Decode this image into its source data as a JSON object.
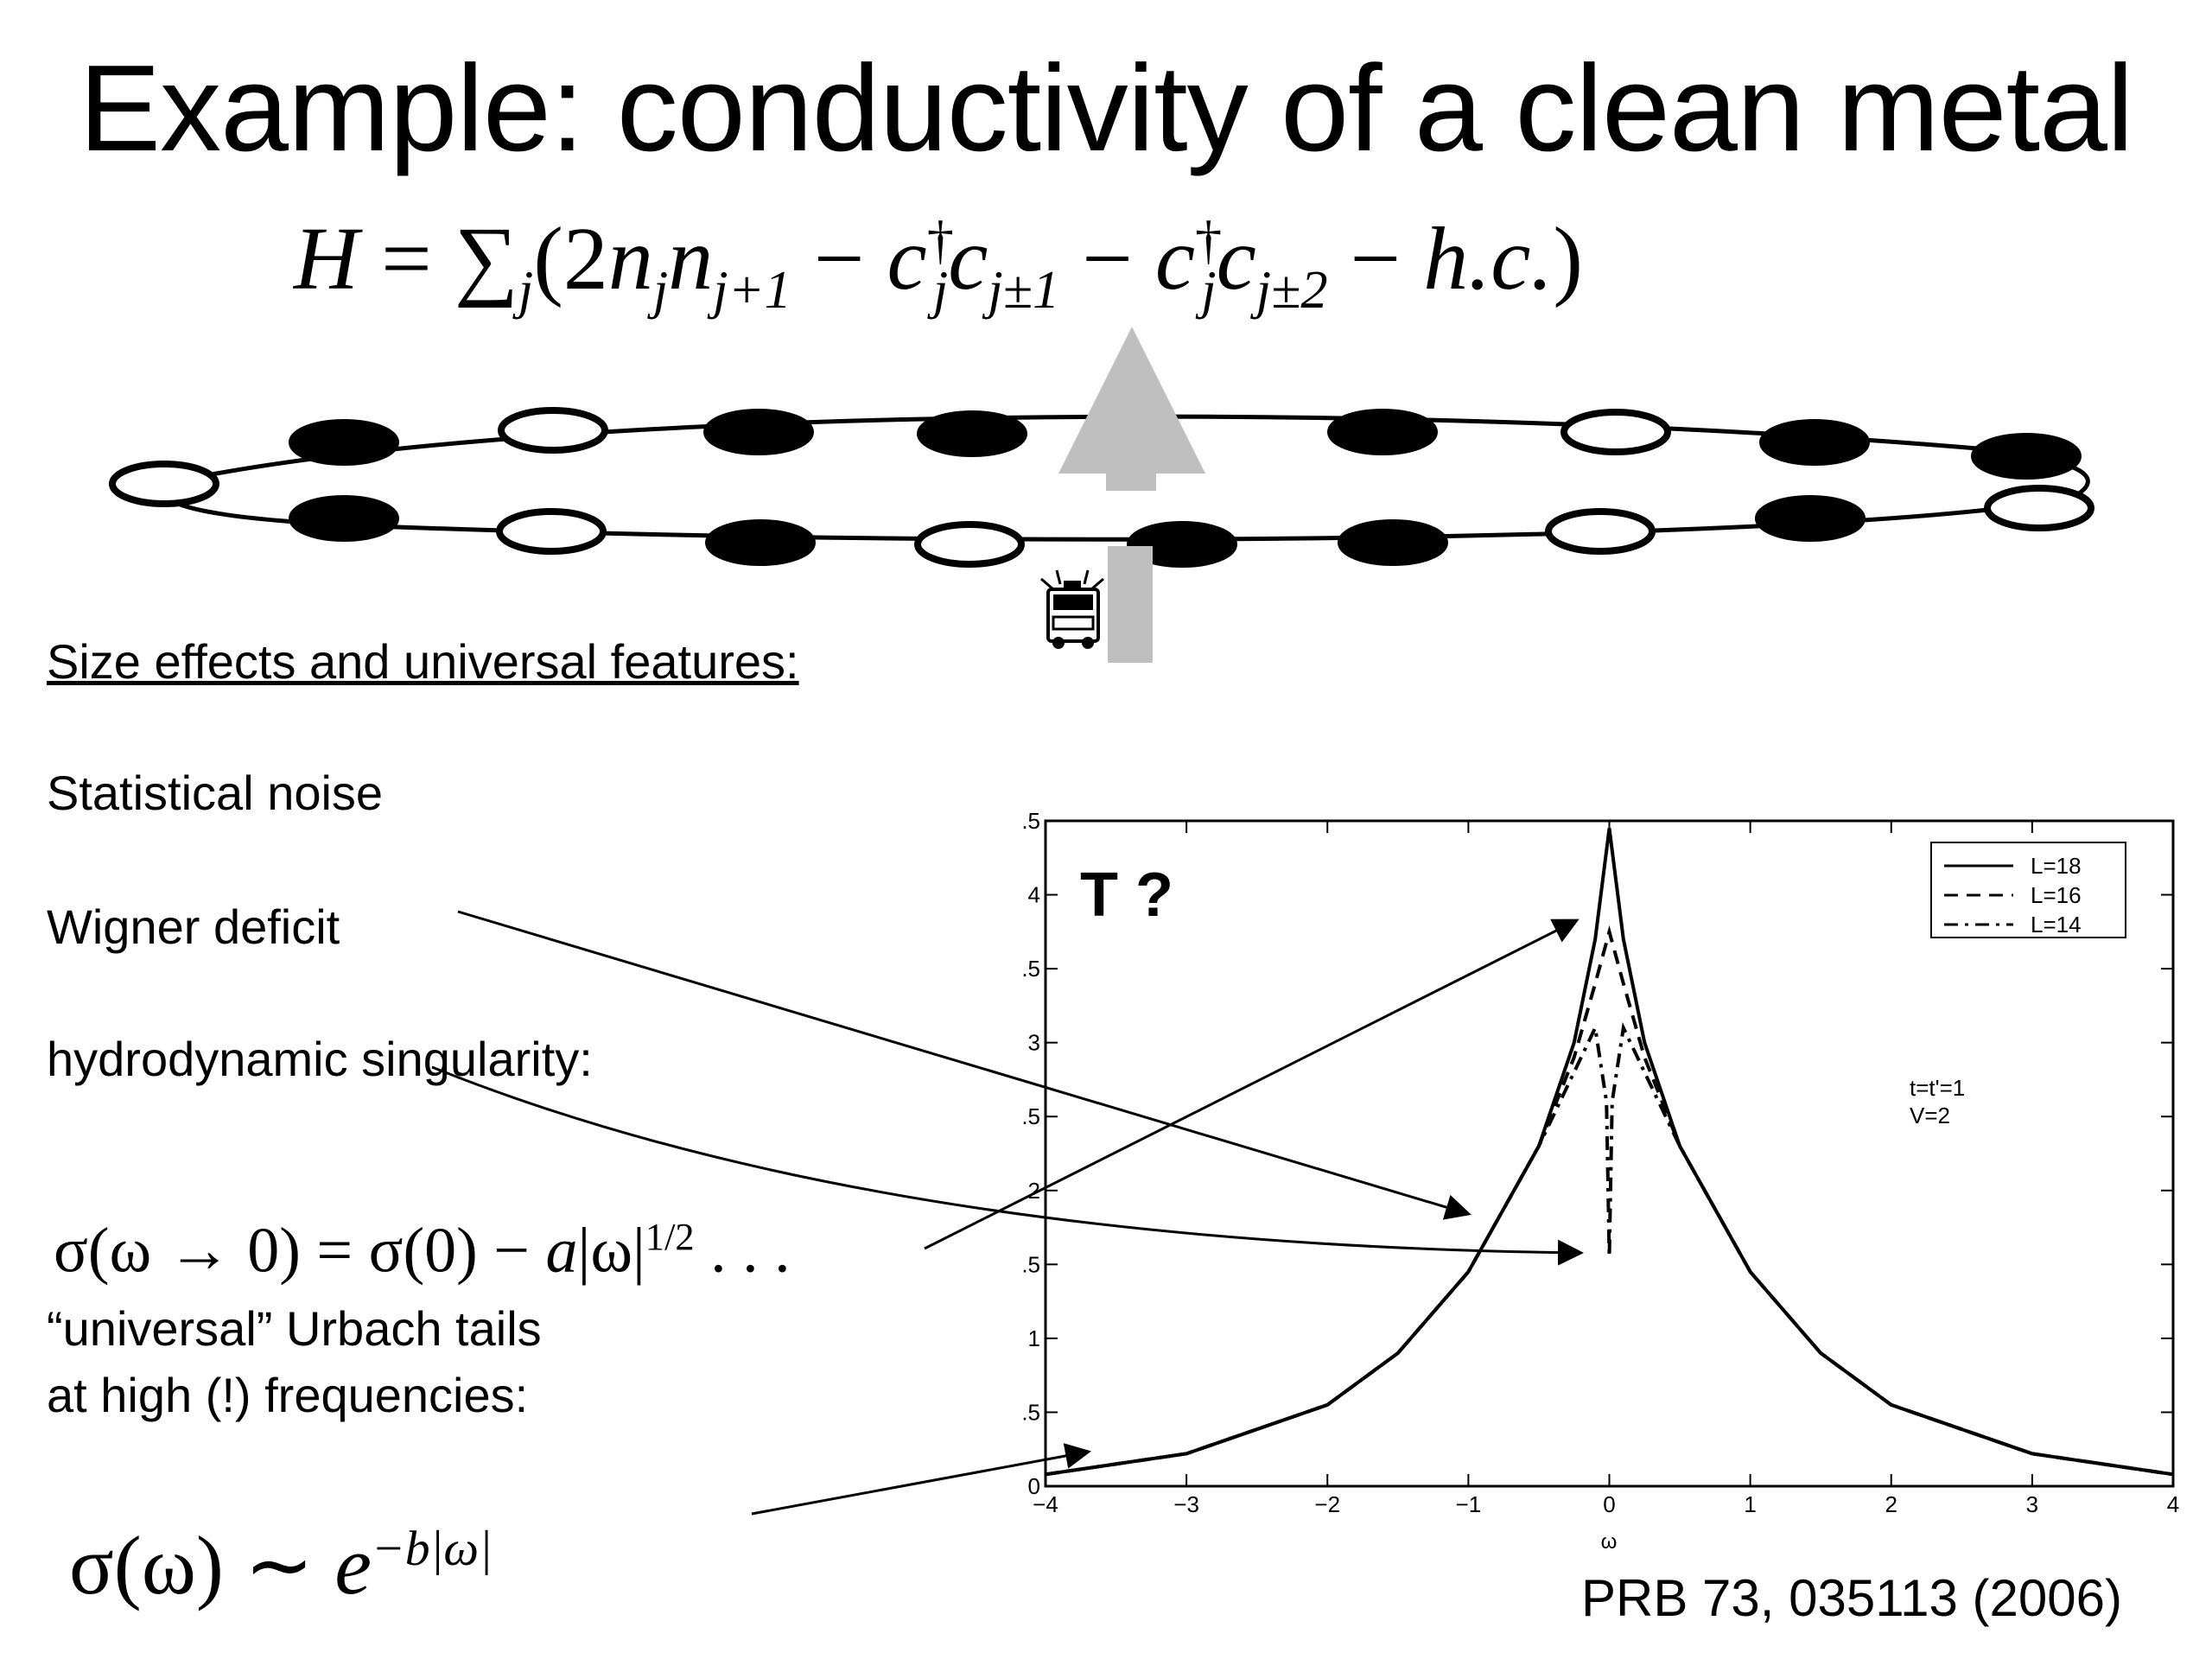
{
  "title": "Example: conductivity of a clean metal",
  "hamiltonian": {
    "lhs": "H",
    "eq": "=",
    "sum": "∑",
    "sum_index": "j",
    "open": "(2",
    "n1": "n",
    "n1_sub": "j",
    "n2": "n",
    "n2_sub": "j+1",
    "minus1": " − ",
    "c1": "c",
    "c1_sup": "†",
    "c1_sub": "j",
    "c2": "c",
    "c2_sub": "j±1",
    "minus2": " − ",
    "c3": "c",
    "c3_sup": "†",
    "c3_sub": "j",
    "c4": "c",
    "c4_sub": "j±2",
    "minus3": " − ",
    "hc": "h.c.",
    "close": ")"
  },
  "headings": {
    "size_effects": "Size effects and universal features:"
  },
  "features": {
    "statistical_noise": "Statistical noise",
    "wigner_deficit": "Wigner deficit",
    "hydro_singularity": "hydrodynamic singularity:",
    "urbach_line_1": "“universal” Urbach tails",
    "urbach_line_2": "at high (!) frequencies:"
  },
  "sigma_formula": {
    "lhs": "σ(ω → 0) = σ(0) − ",
    "a": "a",
    "abs": "|ω|",
    "power": "1/2",
    "dots": " . . ."
  },
  "urbach_formula": {
    "lhs": "σ(ω) ∼ ",
    "e": "e",
    "power": "−b|ω|"
  },
  "citation": "PRB 73, 035113 (2006)",
  "ring": {
    "top_sites": [
      "empty",
      "filled",
      "empty",
      "filled",
      "filled",
      "filled",
      "empty",
      "filled",
      "filled"
    ],
    "bottom_sites": [
      "filled",
      "empty",
      "filled",
      "empty",
      "filled",
      "filled",
      "empty",
      "filled",
      "empty"
    ]
  },
  "colors": {
    "arrow_gray": "#bfbfbf",
    "ink": "#000000"
  },
  "icons": {
    "truck": "fire-truck-icon",
    "arrow": "up-arrow-icon"
  },
  "chart_data": {
    "type": "line",
    "annotation": "T ?",
    "note_lines": [
      "t=t'=1",
      "V=2"
    ],
    "xlabel": "ω",
    "xlim": [
      -4,
      4
    ],
    "ylim": [
      0,
      4.5
    ],
    "x_ticks": [
      "−4",
      "−3",
      "−2",
      "−1",
      "0",
      "1",
      "2",
      "3",
      "4"
    ],
    "y_ticks": [
      ".5",
      "4",
      ".5",
      "3",
      ".5",
      "2",
      ".5",
      "1",
      ".5",
      "0"
    ],
    "legend_position": "top-right",
    "series": [
      {
        "name": "L=18",
        "style": "solid",
        "peak": 4.45,
        "x": [
          -4,
          -3,
          -2,
          -1.5,
          -1,
          -0.5,
          -0.25,
          -0.1,
          0,
          0.1,
          0.25,
          0.5,
          1,
          1.5,
          2,
          3,
          4
        ],
        "y": [
          0.08,
          0.22,
          0.55,
          0.9,
          1.45,
          2.3,
          3.0,
          3.7,
          4.45,
          3.7,
          3.0,
          2.3,
          1.45,
          0.9,
          0.55,
          0.22,
          0.08
        ]
      },
      {
        "name": "L=16",
        "style": "dashed",
        "peak": 3.75,
        "x": [
          -4,
          -3,
          -2,
          -1.5,
          -1,
          -0.5,
          -0.25,
          -0.1,
          0,
          0.1,
          0.25,
          0.5,
          1,
          1.5,
          2,
          3,
          4
        ],
        "y": [
          0.08,
          0.22,
          0.55,
          0.9,
          1.45,
          2.3,
          2.9,
          3.4,
          3.75,
          3.4,
          2.9,
          2.3,
          1.45,
          0.9,
          0.55,
          0.22,
          0.08
        ]
      },
      {
        "name": "L=14",
        "style": "dash-dot",
        "peak": 3.1,
        "dip": 1.55,
        "x": [
          -4,
          -3,
          -2,
          -1.5,
          -1,
          -0.5,
          -0.25,
          -0.1,
          -0.02,
          0,
          0.02,
          0.1,
          0.25,
          0.5,
          1,
          1.5,
          2,
          3,
          4
        ],
        "y": [
          0.08,
          0.22,
          0.55,
          0.9,
          1.45,
          2.3,
          2.8,
          3.1,
          2.6,
          1.55,
          2.6,
          3.1,
          2.8,
          2.3,
          1.45,
          0.9,
          0.55,
          0.22,
          0.08
        ]
      }
    ]
  }
}
